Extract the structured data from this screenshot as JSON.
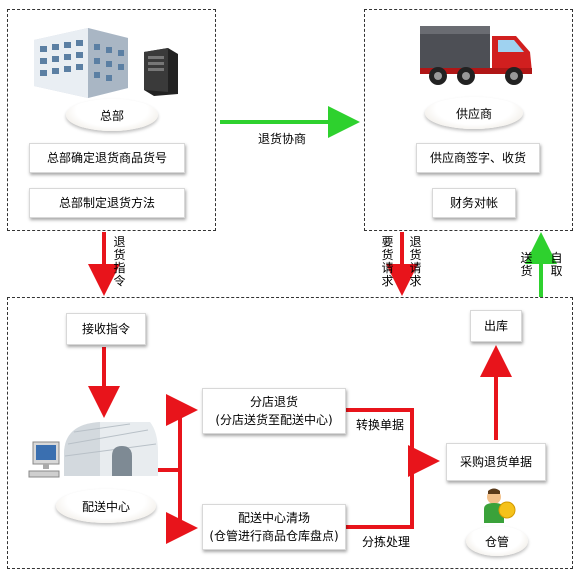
{
  "hq": {
    "label": "总部",
    "step1": "总部确定退货商品货号",
    "step2": "总部制定退货方法"
  },
  "supplier": {
    "label": "供应商",
    "step1": "供应商签字、收货",
    "step2": "财务对帐"
  },
  "arrows": {
    "negotiate": "退货协商",
    "instruction": "退货指令",
    "request_a": "要货请求",
    "request_b": "退货请求",
    "send": "送货",
    "self_pick": "自取"
  },
  "dc": {
    "receive": "接收指令",
    "label": "配送中心",
    "store_return_line1": "分店退货",
    "store_return_line2": "(分店送货至配送中心)",
    "clearance_line1": "配送中心清场",
    "clearance_line2": "(仓管进行商品仓库盘点)",
    "convert": "转换单据",
    "sort": "分拣处理",
    "purchase_return": "采购退货单据",
    "outbound": "出库",
    "warehouse_keeper": "仓管"
  },
  "colors": {
    "red_arrow": "#e8141b",
    "green_arrow": "#2ed12e"
  }
}
